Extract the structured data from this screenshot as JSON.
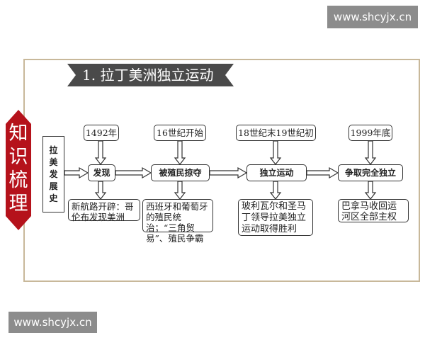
{
  "watermark": "www.shcyjx.cn",
  "badge": "知识梳理",
  "title": "1. 拉丁美洲独立运动",
  "root": "拉美发展史",
  "stages": [
    {
      "time": "1492年",
      "name": "发现",
      "desc": "新航路开辟：哥伦布发现美洲"
    },
    {
      "time": "16世纪开始",
      "name": "被殖民掠夺",
      "desc": "西班牙和葡萄牙的殖民统治；“三角贸易”、殖民争霸"
    },
    {
      "time": "18世纪末19世纪初",
      "name": "独立运动",
      "desc": "玻利瓦尔和圣马丁领导拉美独立运动取得胜利"
    },
    {
      "time": "1999年底",
      "name": "争取完全独立",
      "desc": "巴拿马收回运河区全部主权"
    }
  ],
  "colors": {
    "badge": "#b5121b",
    "banner": "#4a4a4a",
    "frame": "#c8b89a",
    "watermark_bg": "#8c8c8c"
  }
}
